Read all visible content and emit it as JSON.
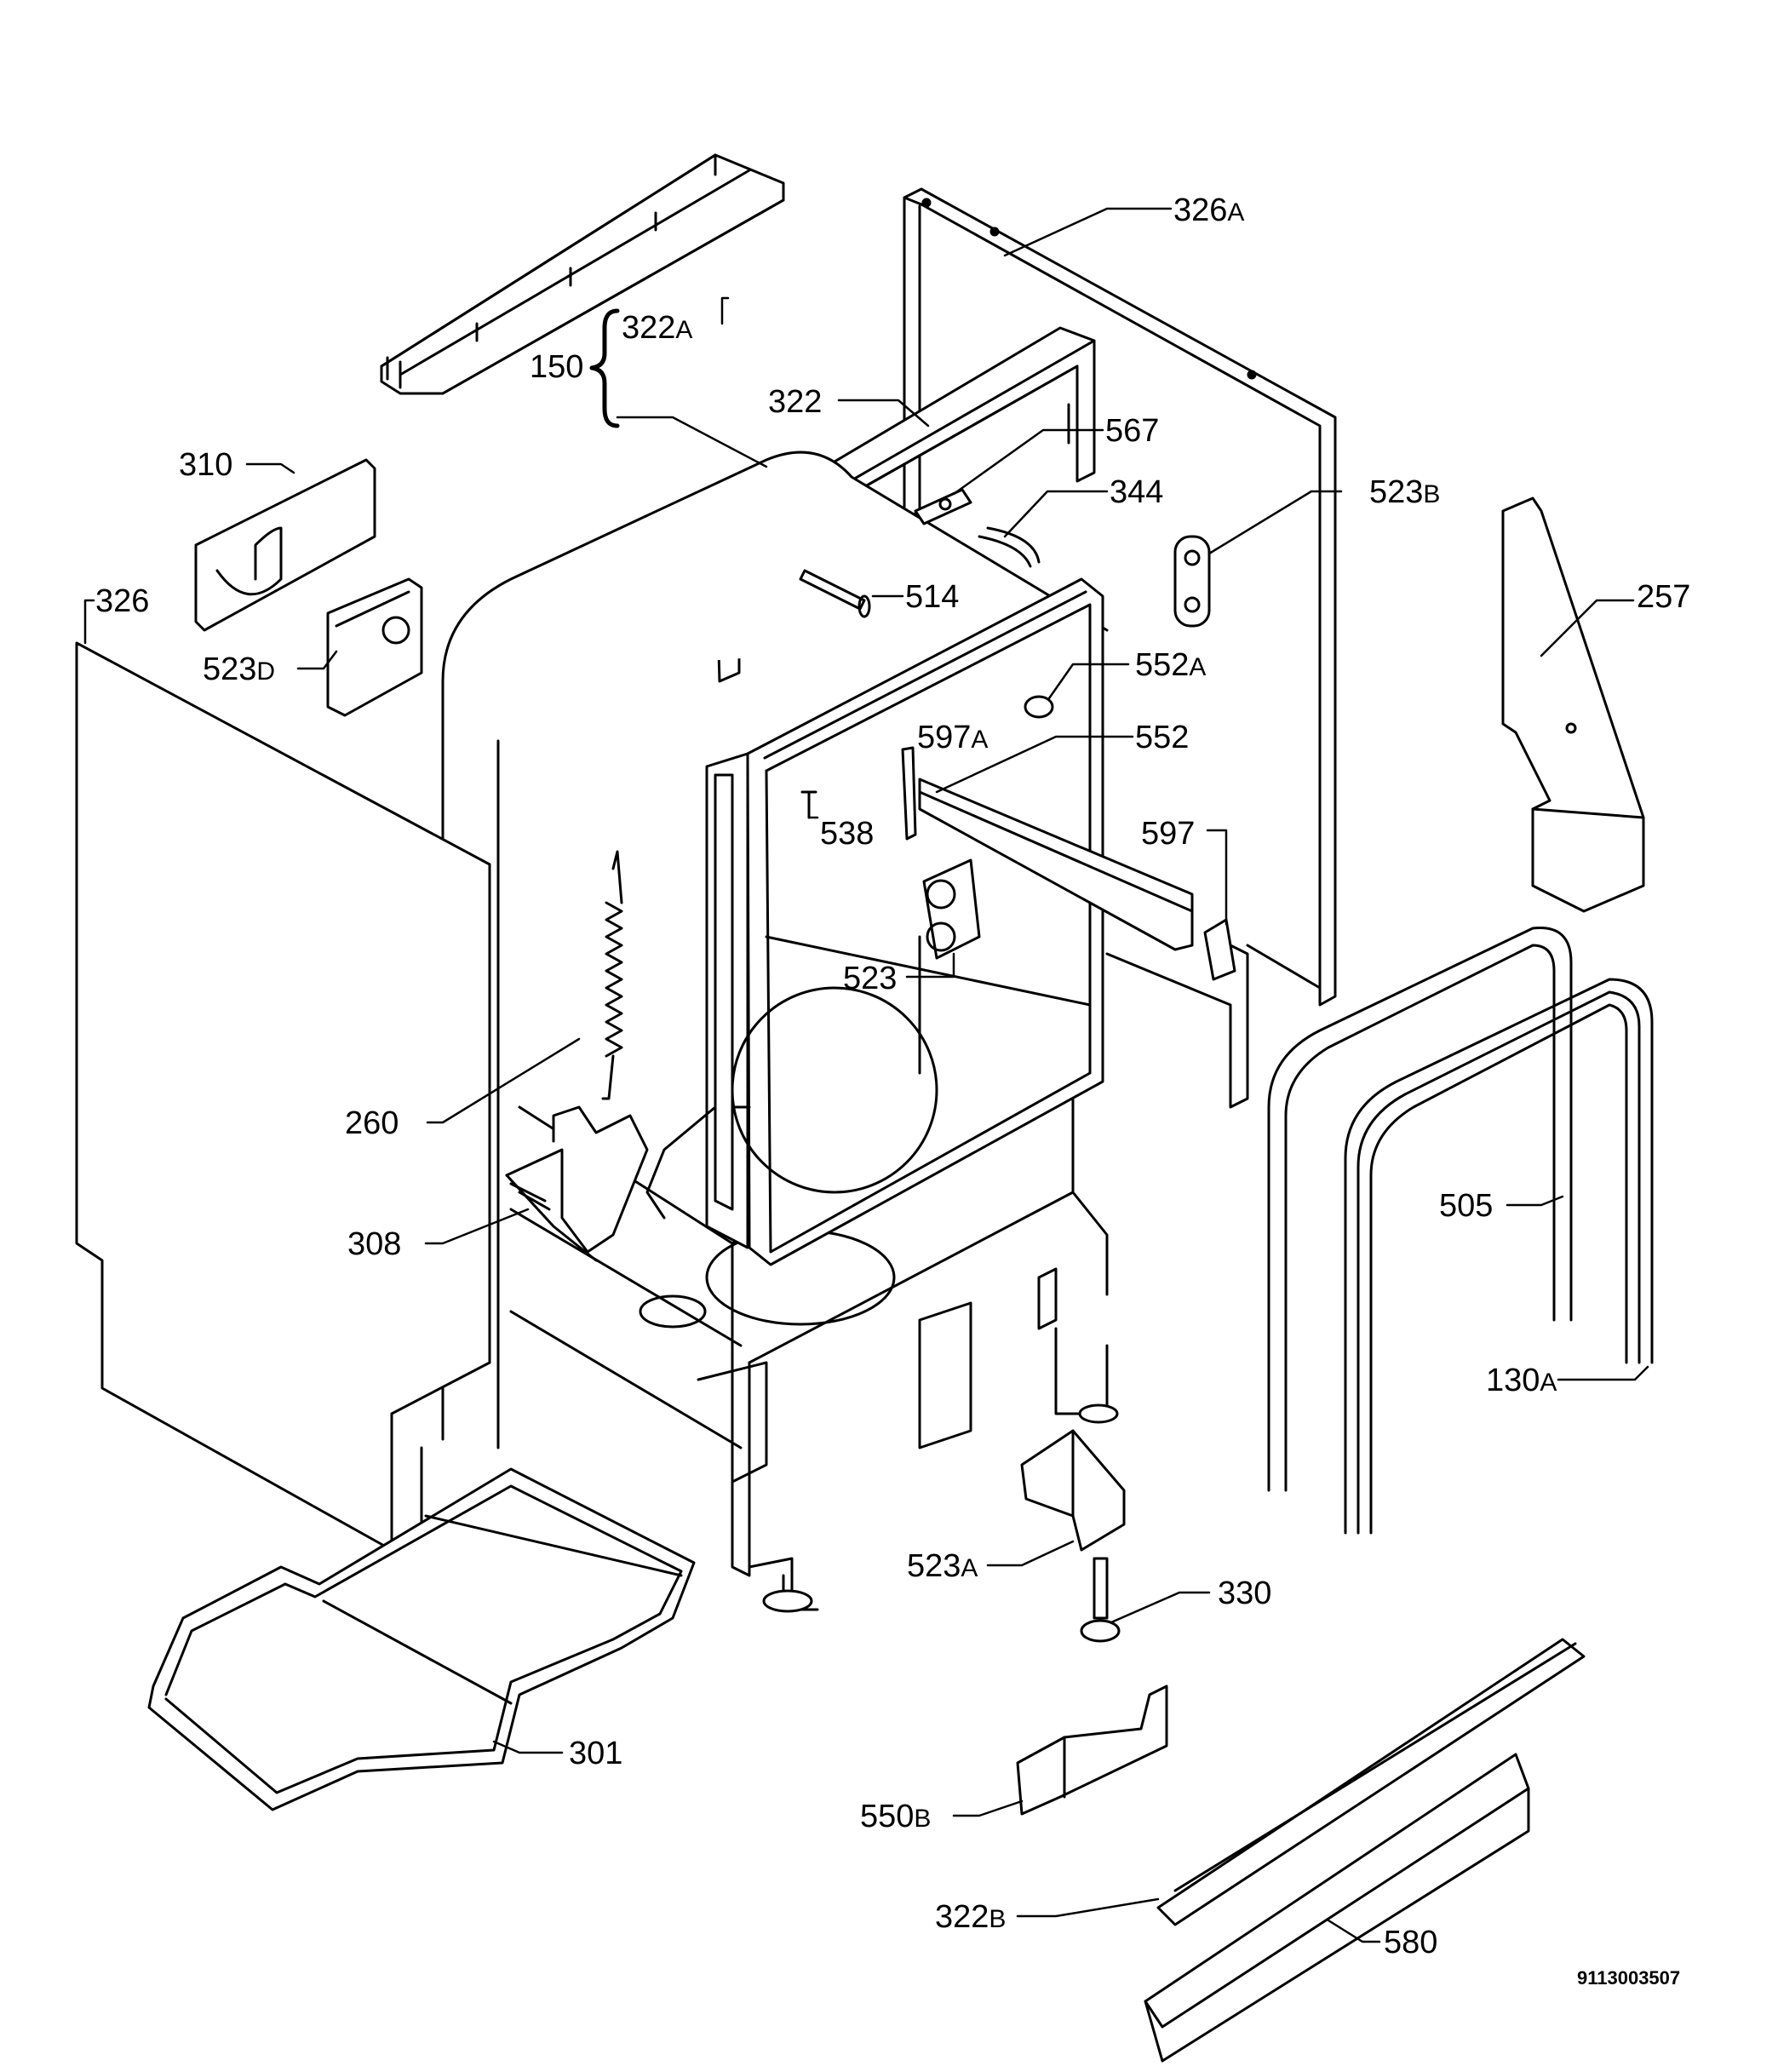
{
  "document_id": "9113003507",
  "labels": [
    {
      "id": "322A",
      "num": "322",
      "suffix": "A"
    },
    {
      "id": "150",
      "num": "150",
      "suffix": ""
    },
    {
      "id": "326A",
      "num": "326",
      "suffix": "A"
    },
    {
      "id": "322",
      "num": "322",
      "suffix": ""
    },
    {
      "id": "567",
      "num": "567",
      "suffix": ""
    },
    {
      "id": "310",
      "num": "310",
      "suffix": ""
    },
    {
      "id": "344",
      "num": "344",
      "suffix": ""
    },
    {
      "id": "523B",
      "num": "523",
      "suffix": "B"
    },
    {
      "id": "326",
      "num": "326",
      "suffix": ""
    },
    {
      "id": "514",
      "num": "514",
      "suffix": ""
    },
    {
      "id": "257",
      "num": "257",
      "suffix": ""
    },
    {
      "id": "523D",
      "num": "523",
      "suffix": "D"
    },
    {
      "id": "552A",
      "num": "552",
      "suffix": "A"
    },
    {
      "id": "597A",
      "num": "597",
      "suffix": "A"
    },
    {
      "id": "552",
      "num": "552",
      "suffix": ""
    },
    {
      "id": "538",
      "num": "538",
      "suffix": ""
    },
    {
      "id": "597",
      "num": "597",
      "suffix": ""
    },
    {
      "id": "523",
      "num": "523",
      "suffix": ""
    },
    {
      "id": "260",
      "num": "260",
      "suffix": ""
    },
    {
      "id": "505",
      "num": "505",
      "suffix": ""
    },
    {
      "id": "308",
      "num": "308",
      "suffix": ""
    },
    {
      "id": "130A",
      "num": "130",
      "suffix": "A"
    },
    {
      "id": "523A",
      "num": "523",
      "suffix": "A"
    },
    {
      "id": "330",
      "num": "330",
      "suffix": ""
    },
    {
      "id": "301",
      "num": "301",
      "suffix": ""
    },
    {
      "id": "550B",
      "num": "550",
      "suffix": "B"
    },
    {
      "id": "322B",
      "num": "322",
      "suffix": "B"
    },
    {
      "id": "580",
      "num": "580",
      "suffix": ""
    }
  ]
}
